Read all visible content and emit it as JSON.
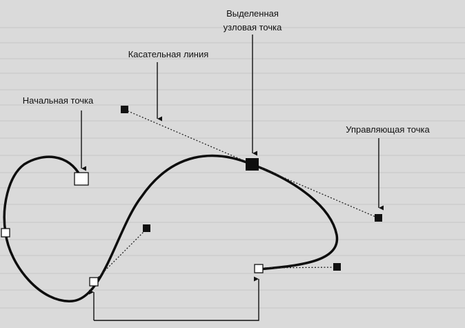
{
  "labels": {
    "selected_node_line1": "Выделенная",
    "selected_node_line2": "узловая точка",
    "tangent_line": "Касательная линия",
    "start_point": "Начальная точка",
    "control_point": "Управляющая точка"
  },
  "colors": {
    "background": "#dadada",
    "curve": "#0d0d0d",
    "text": "#111111",
    "node_fill": "#ffffff",
    "handle_fill": "#111111"
  }
}
